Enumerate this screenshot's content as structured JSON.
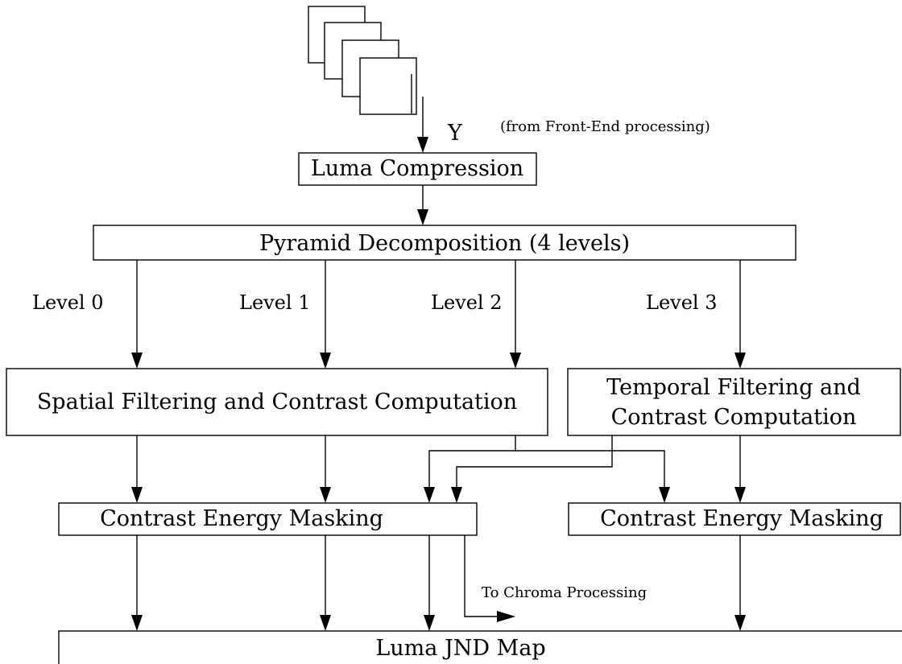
{
  "input": {
    "signal_label": "Y",
    "source_note": "(from Front-End processing)"
  },
  "boxes": {
    "luma_compression": "Luma Compression",
    "pyramid": "Pyramid Decomposition (4 levels)",
    "spatial": "Spatial Filtering and Contrast Computation",
    "temporal_line1": "Temporal Filtering and",
    "temporal_line2": "Contrast Computation",
    "masking_left": "Contrast Energy Masking",
    "masking_right": "Contrast Energy Masking",
    "jnd_map": "Luma JND Map"
  },
  "levels": [
    "Level 0",
    "Level 1",
    "Level 2",
    "Level 3"
  ],
  "outputs": {
    "chroma": "To Chroma Processing"
  },
  "colors": {
    "stroke": "#000000",
    "background": "#ffffff"
  }
}
